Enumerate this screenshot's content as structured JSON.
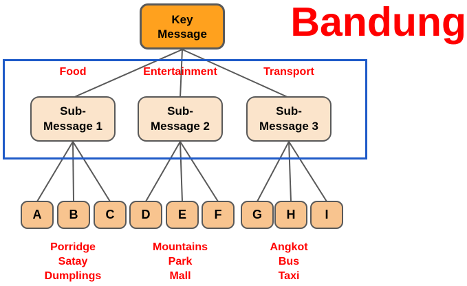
{
  "title": "Bandung",
  "root": {
    "line1": "Key",
    "line2": "Message"
  },
  "branches": [
    {
      "category": "Food",
      "node_line1": "Sub-",
      "node_line2": "Message 1",
      "leaves": [
        "A",
        "B",
        "C"
      ],
      "examples": [
        "Porridge",
        "Satay",
        "Dumplings"
      ]
    },
    {
      "category": "Entertainment",
      "node_line1": "Sub-",
      "node_line2": "Message 2",
      "leaves": [
        "D",
        "E",
        "F"
      ],
      "examples": [
        "Mountains",
        "Park",
        "Mall"
      ]
    },
    {
      "category": "Transport",
      "node_line1": "Sub-",
      "node_line2": "Message 3",
      "leaves": [
        "G",
        "H",
        "I"
      ],
      "examples": [
        "Angkot",
        "Bus",
        "Taxi"
      ]
    }
  ],
  "colors": {
    "title_red": "#FF0000",
    "label_red": "#FF0000",
    "root_fill": "#FFA11E",
    "sub_fill": "#FBE4CB",
    "leaf_fill": "#F8C48F",
    "node_border": "#595959",
    "connector_gray": "#595959",
    "frame_blue": "#1E5AC8"
  }
}
